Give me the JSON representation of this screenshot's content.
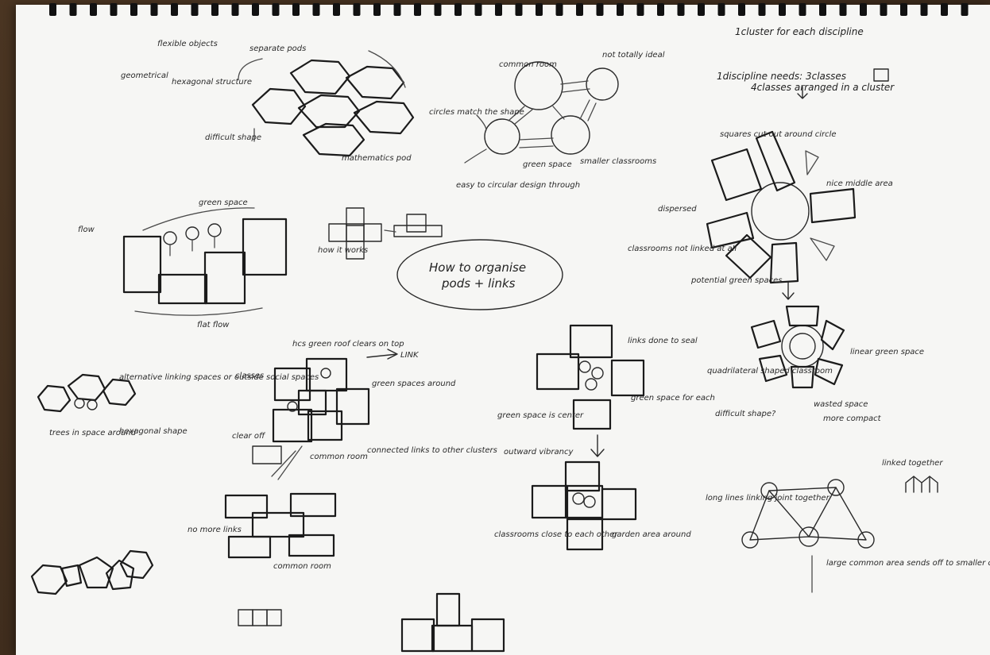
{
  "colors": {
    "paper": "#f6f6f4",
    "ink": "#1b1b1b",
    "backdrop": "#3a2a1c"
  },
  "notes": {
    "cluster_each": "1cluster for each discipline",
    "discipline_needs": "1discipline needs: 3classes",
    "classes_arranged": "4classes arranged in a cluster",
    "central_title_1": "How to organise",
    "central_title_2": "pods + links",
    "flexible_objects": "flexible objects",
    "geometrical": "geometrical",
    "hexagonal_structure": "hexagonal structure",
    "separate_pods": "separate pods",
    "difficult_shape": "difficult shape",
    "mathematics_pod": "mathematics pod",
    "common_room": "common room",
    "not_totally_ideal": "not totally ideal",
    "circles": "circles match the shape",
    "green_space": "green space",
    "smaller_classrooms": "smaller classrooms",
    "easy_circular": "easy to circular design through",
    "squares_cut_out": "squares cut out around circle",
    "nice_middle_area": "nice middle area",
    "dispersed": "dispersed",
    "classrooms_not_linked": "classrooms not linked at all",
    "potential_green": "potential green spaces",
    "more_compact": "more compact",
    "difficult_shape_2": "difficult shape?",
    "quadrilateral_shaped": "quadrilateral shaped classroom",
    "wasted_space": "wasted space",
    "not_linked": "not linked",
    "linear_green_space": "linear green space",
    "flow": "flow",
    "flat_flow": "flat flow",
    "how_it_works": "how it works",
    "green_space_2": "green space",
    "hc_green_roof": "hcs green roof clears on top",
    "link": "LINK",
    "green_spaces_around": "green spaces around",
    "classes": "classes",
    "clear_off": "clear off",
    "common_room_2": "common room",
    "connected_links": "connected links to other clusters",
    "alternative": "alternative linking spaces or outside social spaces",
    "hexagonal_shape": "hexagonal shape",
    "trees_in_space": "trees in space around",
    "no_more_links": "no more links",
    "common_room_3": "common room",
    "links_done": "links done to seal",
    "green_space_center": "green space is center",
    "outdoor_green": "green space for each",
    "outward_vibrancy": "outward vibrancy",
    "classrooms_close": "classrooms close to each other",
    "garden_area": "garden area around",
    "long_lines": "long lines linking joint together",
    "linked_together": "linked together",
    "large_common": "large common area sends off to smaller classes"
  }
}
